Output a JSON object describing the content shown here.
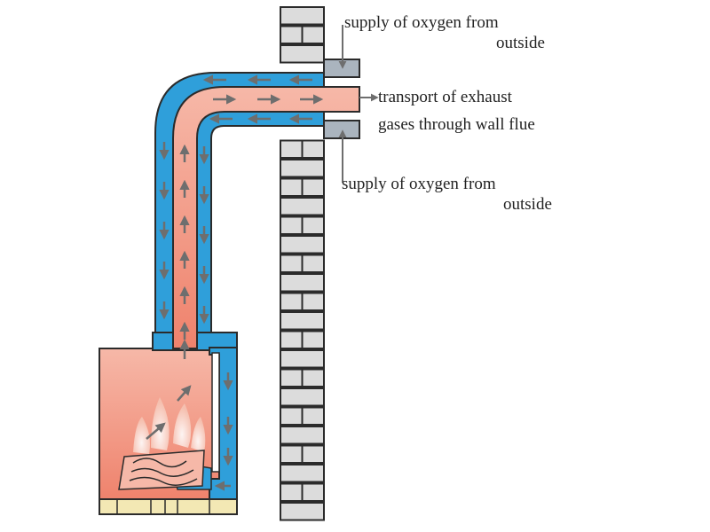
{
  "labels": {
    "top_supply_line1": "supply of oxygen from",
    "top_supply_line2": "outside",
    "exhaust_line1": "transport of exhaust",
    "exhaust_line2": "gases through wall flue",
    "bottom_supply_line1": "supply of oxygen from",
    "bottom_supply_line2": "outside"
  },
  "colors": {
    "hot_gas": "#f4a08a",
    "cold_air": "#2f9fda",
    "duct_outline": "#2b2b2b",
    "brick": "#dcdcdc",
    "arrow": "#6e6e6e",
    "wall_cap": "#aab4be",
    "base_panel": "#f3e8b4"
  }
}
